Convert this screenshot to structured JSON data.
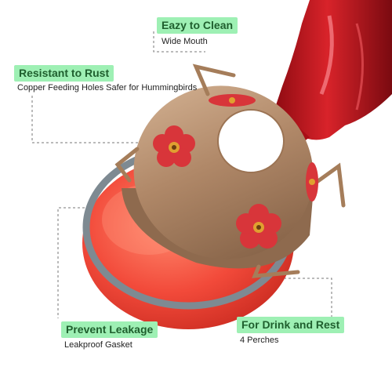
{
  "callouts": {
    "clean": {
      "title": "Eazy to Clean",
      "detail": "Wide Mouth"
    },
    "rust": {
      "title": "Resistant to Rust",
      "detail": "Copper Feeding Holes Safer for Hummingbirds"
    },
    "leak": {
      "title": "Prevent Leakage",
      "detail": "Leakproof Gasket"
    },
    "perch": {
      "title": "For Drink and Rest",
      "detail": "4 Perches"
    }
  },
  "colors": {
    "badge_bg": "#9ef0b4",
    "badge_text": "#1f5f2e",
    "copper_top": "#b08868",
    "copper_side": "#8e6a4e",
    "basin_red": "#f24a3a",
    "gasket_gray": "#7e8a92",
    "flower_red": "#d8353a",
    "bottle_red": "#b7141b"
  }
}
